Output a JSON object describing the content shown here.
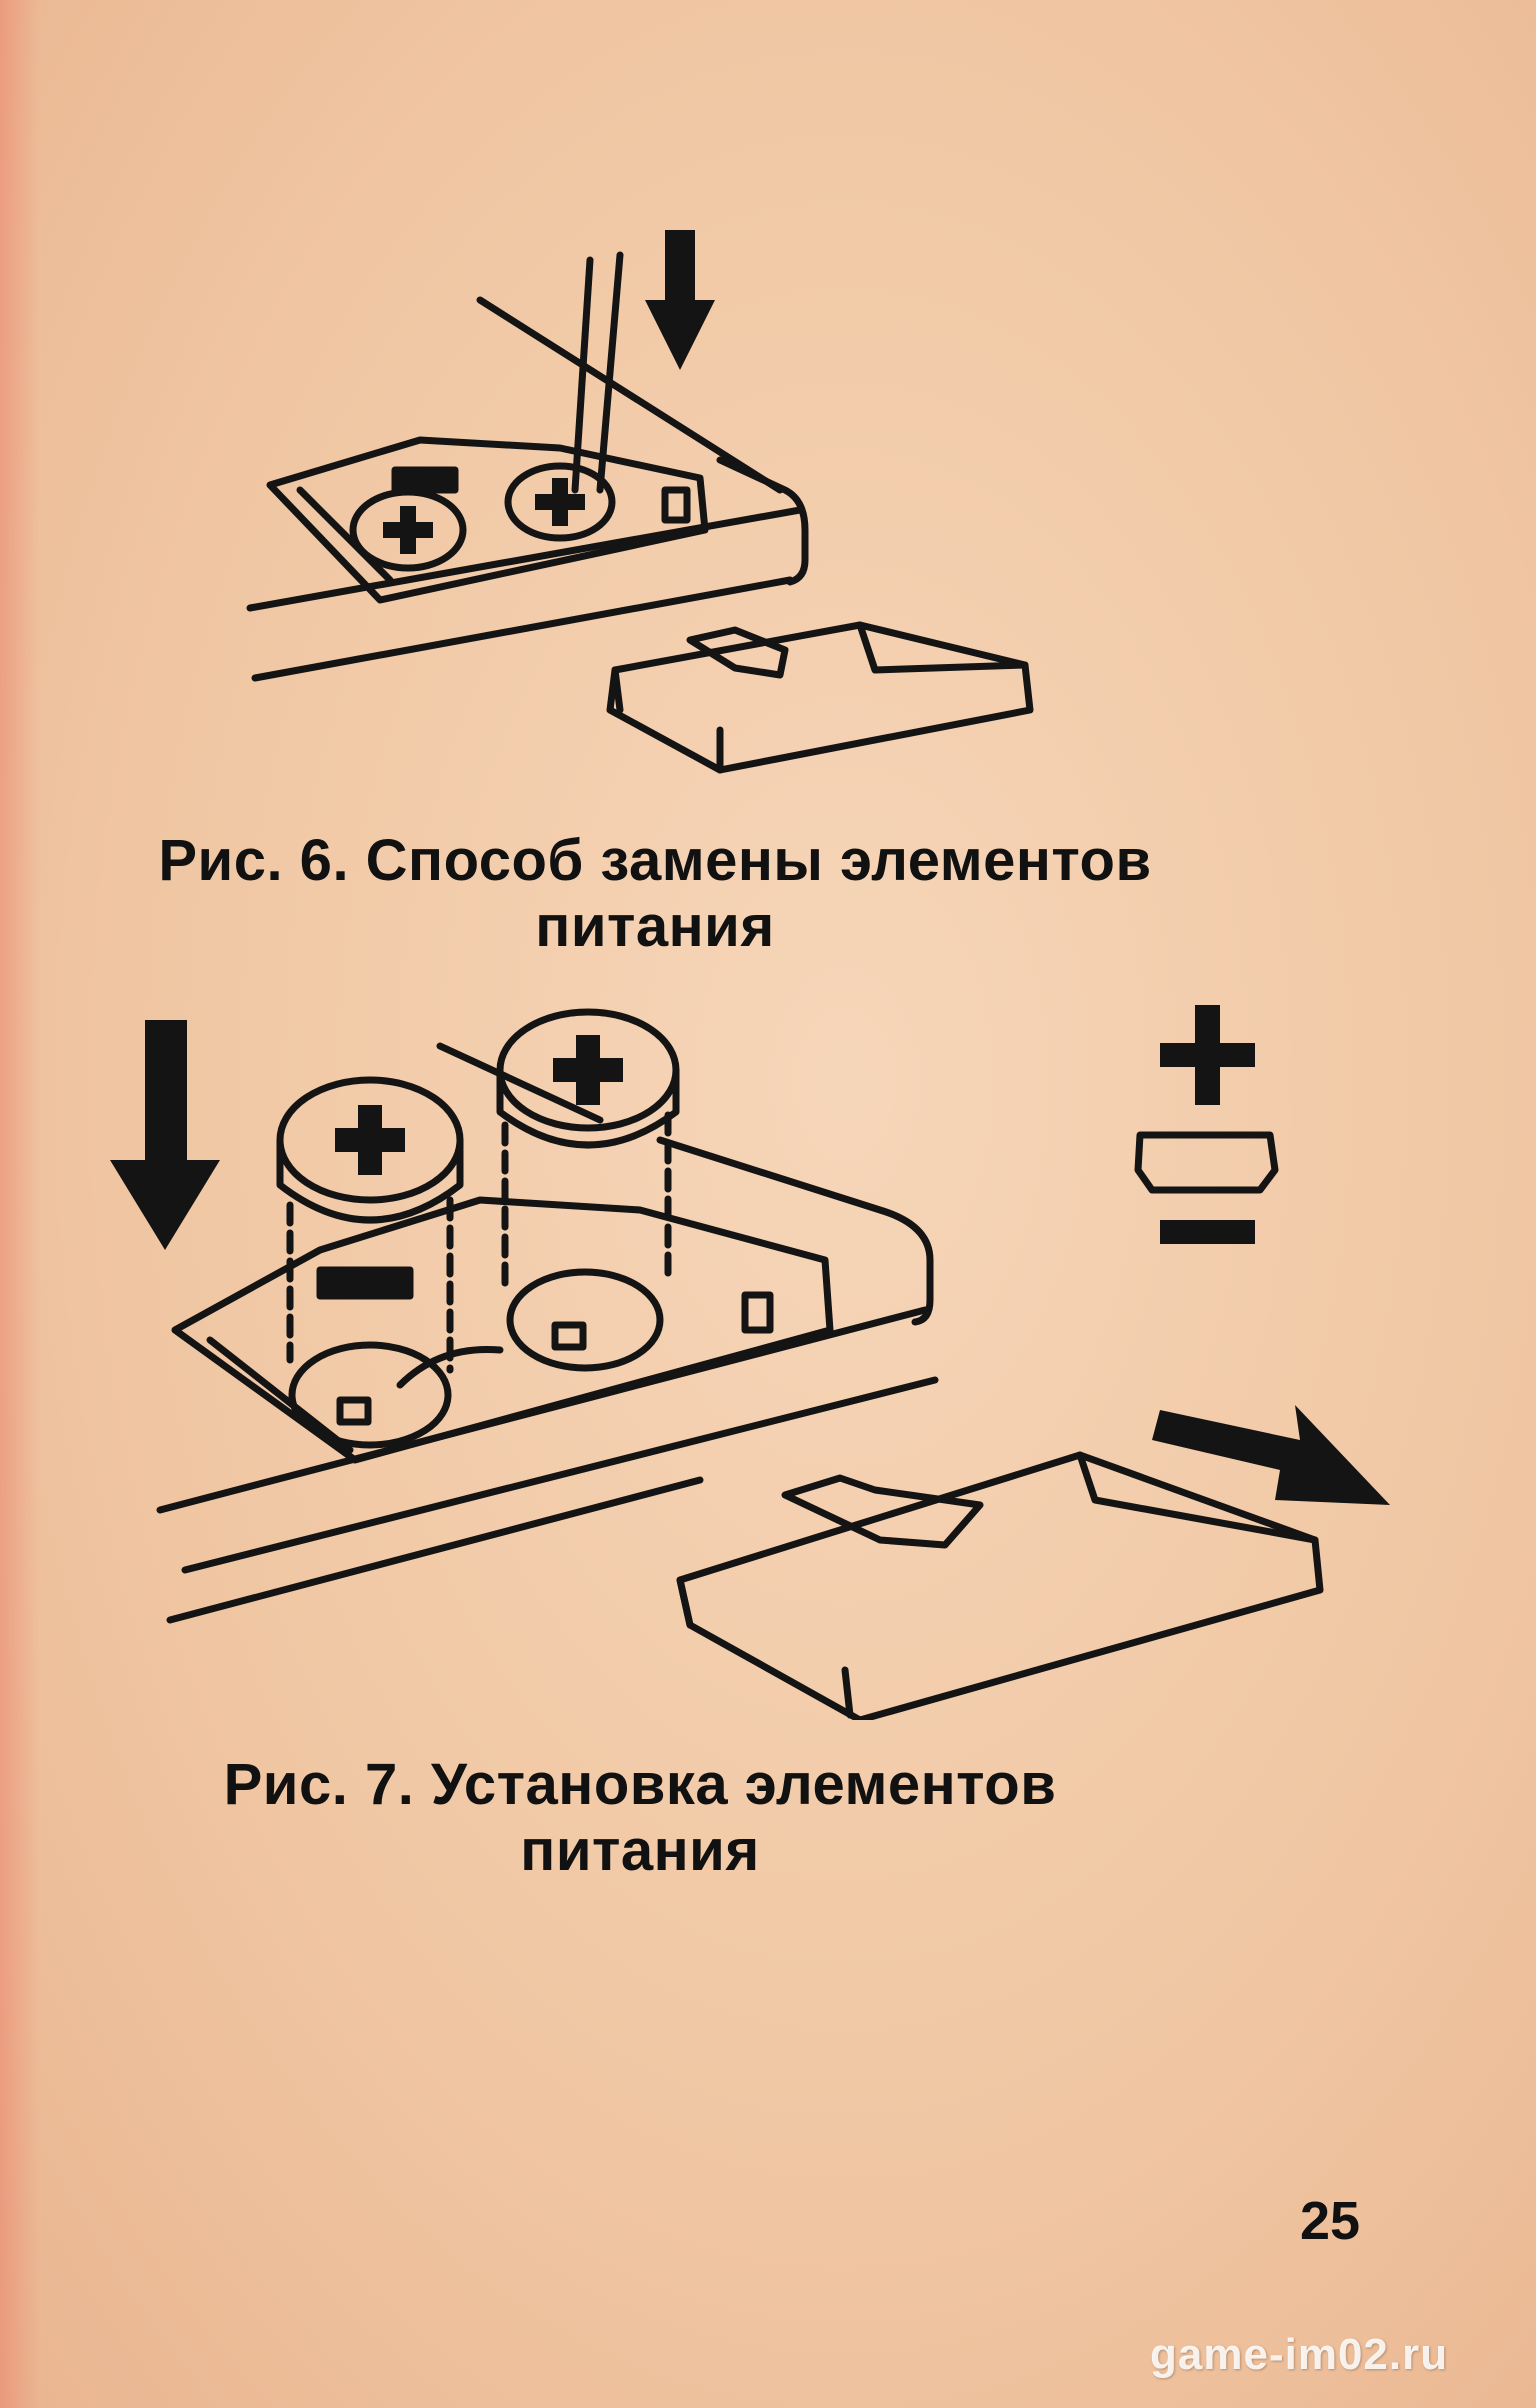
{
  "figures": [
    {
      "id": "fig6",
      "caption_line1": "Рис. 6. Способ замены элементов",
      "caption_line2": "питания"
    },
    {
      "id": "fig7",
      "caption_line1": "Рис. 7. Установка элементов",
      "caption_line2": "питания"
    }
  ],
  "polarity": {
    "plus": "+",
    "minus": "−"
  },
  "page_number": "25",
  "watermark": "game-im02.ru",
  "colors": {
    "paper": "#f1c9a8",
    "ink": "#141414"
  }
}
